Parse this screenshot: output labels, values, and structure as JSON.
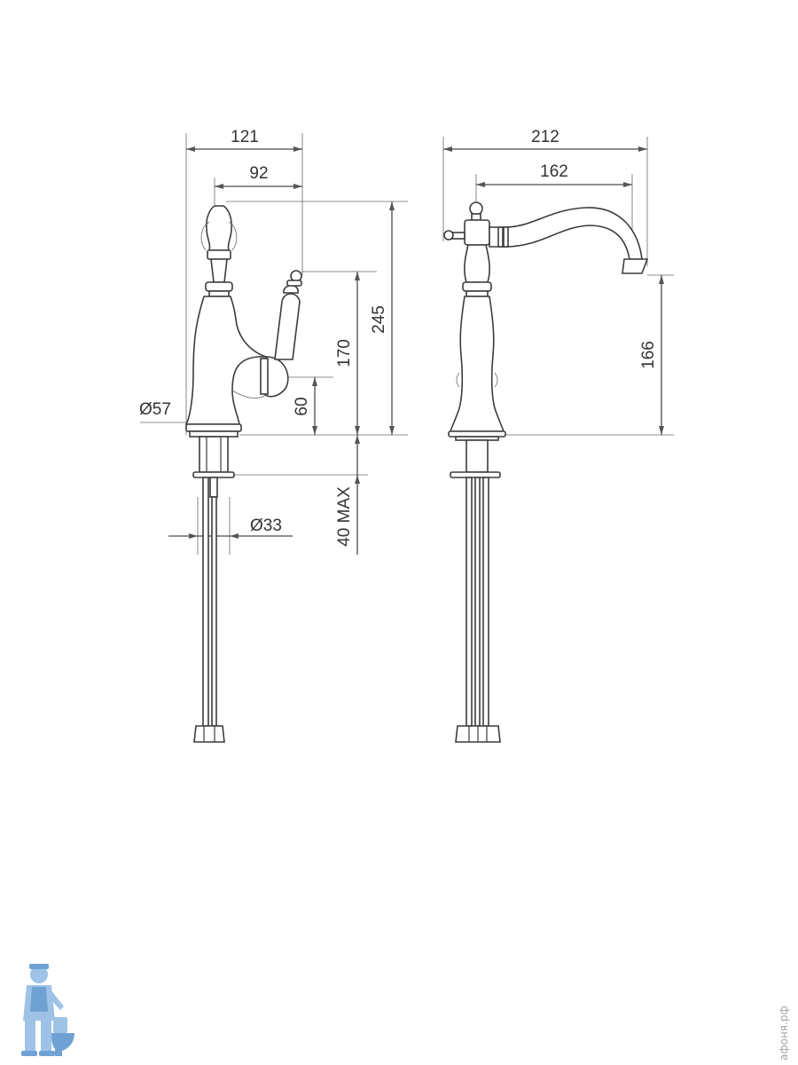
{
  "dimensions": {
    "left_view": {
      "overall_width": "121",
      "handle_offset": "92",
      "total_height": "245",
      "lever_height": "170",
      "lever_pivot_height": "60",
      "base_diameter": "Ø57",
      "shank_diameter": "Ø33",
      "deck_thickness": "40 MAX"
    },
    "right_view": {
      "overall_width": "212",
      "spout_reach": "162",
      "spout_height": "166"
    }
  },
  "watermark": {
    "text": "афоня.рф",
    "mascot_icon": "plumber-mascot-icon"
  },
  "colors": {
    "line": "#4a4a4a",
    "text": "#333333",
    "watermark": "#9ec3e6"
  }
}
